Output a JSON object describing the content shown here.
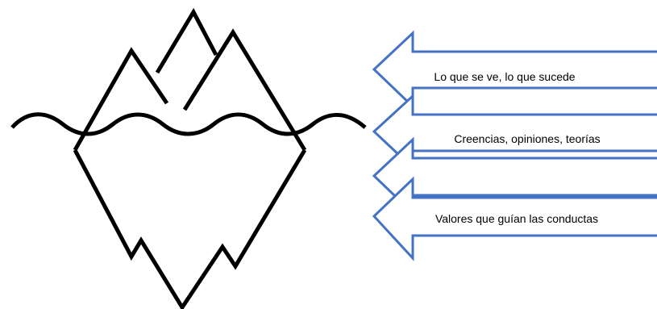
{
  "diagram": {
    "colors": {
      "arrow_outline": "#4472C4",
      "iceberg_stroke": "#000000",
      "background": "#ffffff"
    },
    "arrows": [
      {
        "label": "Lo que se ve, lo que sucede"
      },
      {
        "label": "Creencias, opiniones, teorías"
      },
      {
        "label": ""
      },
      {
        "label": "Valores que guían las conductas"
      }
    ]
  }
}
